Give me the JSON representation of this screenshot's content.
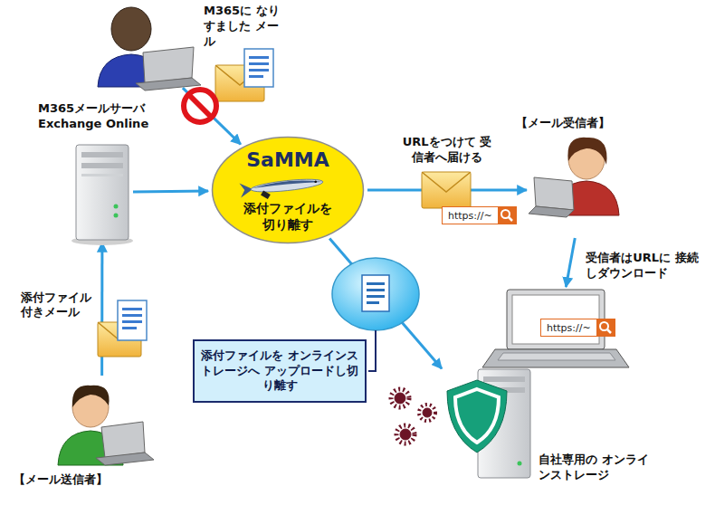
{
  "diagram": {
    "nodes": [
      {
        "text": [
          "M365に なりすました メール"
        ]
      },
      {
        "text": [
          "M365メールサーバ Exchange Online"
        ]
      },
      {
        "text": [
          "SaMMA",
          "添付ファイルを 切り離す"
        ]
      },
      {
        "text": [
          "【メール受信者】"
        ]
      },
      {
        "text": [
          "https://~"
        ]
      },
      {
        "text": [
          "添付ファイルを オンラインストレージへ アップロードし切り離す"
        ]
      },
      {
        "text": [
          "自社専用の オンラインストレージ"
        ]
      },
      {
        "text": [
          "【メール送信者】"
        ]
      }
    ],
    "edges": [
      {
        "from": 0,
        "to": 2,
        "arrow": "to"
      },
      {
        "from": 1,
        "to": 2,
        "arrow": "to"
      },
      {
        "from": 2,
        "to": 3,
        "label": "URLをつけて 受信者へ届ける",
        "arrow": "to"
      },
      {
        "from": 3,
        "to": 4,
        "label": "受信者はURLに 接続しダウンロード",
        "arrow": "to"
      },
      {
        "from": 2,
        "to": 6,
        "arrow": "to"
      },
      {
        "from": 7,
        "to": 1,
        "label": "添付ファイル 付きメール",
        "arrow": "to"
      }
    ],
    "labels": [
      "https://~"
    ]
  }
}
